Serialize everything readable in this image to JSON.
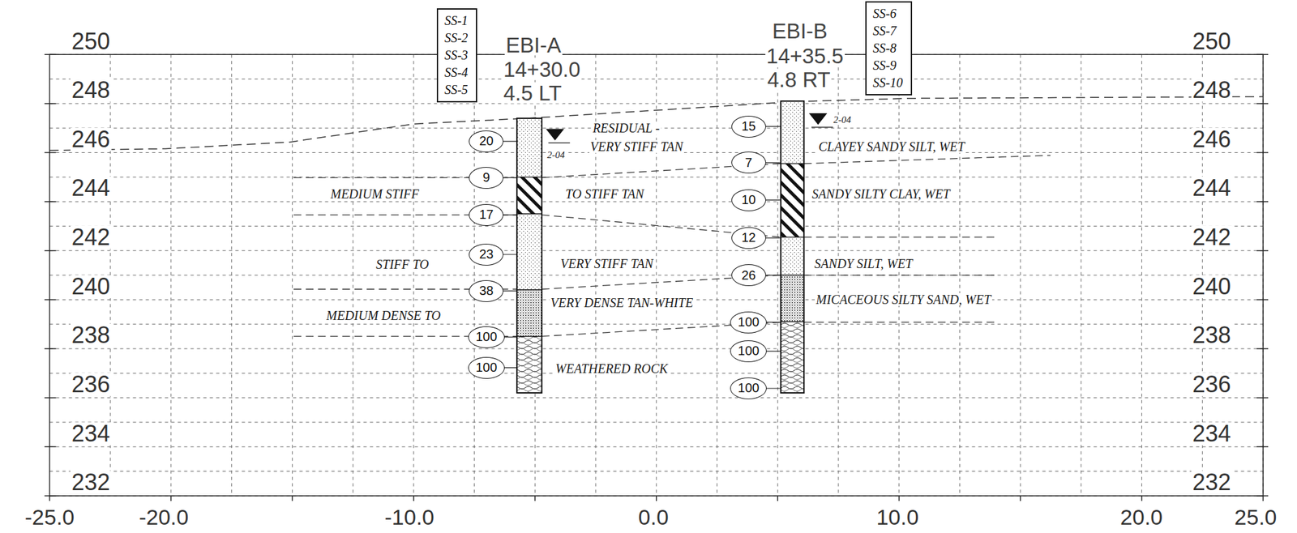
{
  "diagram": {
    "nodes": [
      {
        "text": [
          "SS-1",
          "SS-2",
          "SS-3",
          "SS-4",
          "SS-5"
        ]
      },
      {
        "text": [
          "20"
        ]
      },
      {
        "text": [
          "9"
        ]
      },
      {
        "text": [
          "17"
        ]
      },
      {
        "text": [
          "23"
        ]
      },
      {
        "text": [
          "38"
        ]
      },
      {
        "text": [
          "100"
        ]
      },
      {
        "text": [
          "100"
        ]
      },
      {
        "text": [
          "SS-6",
          "SS-7",
          "SS-8",
          "SS-9",
          "SS-10"
        ]
      },
      {
        "text": [
          "15"
        ]
      },
      {
        "text": [
          "7"
        ]
      },
      {
        "text": [
          "10"
        ]
      },
      {
        "text": [
          "12"
        ]
      },
      {
        "text": [
          "26"
        ]
      },
      {
        "text": [
          "100"
        ]
      },
      {
        "text": [
          "100"
        ]
      },
      {
        "text": [
          "100"
        ]
      }
    ],
    "labels": [
      "250",
      "248",
      "246",
      "244",
      "242",
      "240",
      "238",
      "236",
      "234",
      "232",
      "250",
      "248",
      "246",
      "244",
      "242",
      "240",
      "238",
      "236",
      "234",
      "232",
      "-25.0",
      "-20.0",
      "-10.0",
      "0.0",
      "10.0",
      "20.0",
      "25.0",
      "EBI-A",
      "14+30.0",
      "4.5 LT",
      "EBI-B",
      "14+35.5",
      "4.8 RT",
      "2-04",
      "2-04",
      "RESIDUAL -",
      "VERY STIFF TAN",
      "CLAYEY SANDY SILT, WET",
      "MEDIUM STIFF",
      "TO STIFF TAN",
      "SANDY SILTY CLAY, WET",
      "STIFF TO",
      "VERY STIFF TAN",
      "SANDY SILT, WET",
      "MEDIUM DENSE TO",
      "VERY DENSE TAN-WHITE",
      "MICACEOUS SILTY SAND, WET",
      "WEATHERED ROCK"
    ]
  }
}
